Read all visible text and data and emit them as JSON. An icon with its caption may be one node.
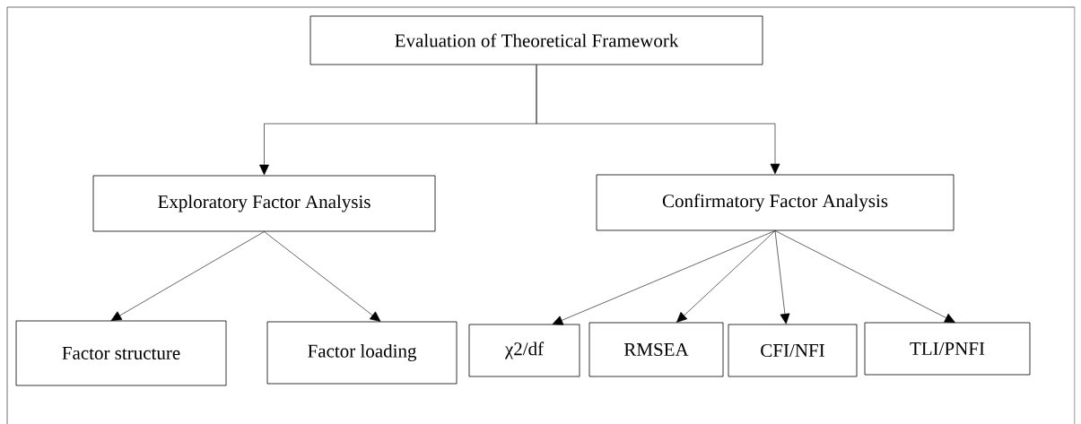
{
  "diagram": {
    "nodes": [
      {
        "text": [
          "Evaluation of Theoretical Framework"
        ]
      },
      {
        "text": [
          "Exploratory Factor Analysis"
        ]
      },
      {
        "text": [
          "Confirmatory Factor Analysis"
        ]
      },
      {
        "text": [
          "Factor structure"
        ]
      },
      {
        "text": [
          "Factor loading"
        ]
      },
      {
        "text": [
          "χ2/df"
        ]
      },
      {
        "text": [
          "RMSEA"
        ]
      },
      {
        "text": [
          "CFI/NFI"
        ]
      },
      {
        "text": [
          "TLI/PNFI"
        ]
      }
    ],
    "edges": [
      {
        "from": 0,
        "to": 1,
        "arrow": "to"
      },
      {
        "from": 0,
        "to": 2,
        "arrow": "to"
      },
      {
        "from": 1,
        "to": 3,
        "arrow": "to"
      },
      {
        "from": 1,
        "to": 4,
        "arrow": "to"
      },
      {
        "from": 2,
        "to": 5,
        "arrow": "to"
      },
      {
        "from": 2,
        "to": 6,
        "arrow": "to"
      },
      {
        "from": 2,
        "to": 7,
        "arrow": "to"
      },
      {
        "from": 2,
        "to": 8,
        "arrow": "to"
      }
    ]
  }
}
